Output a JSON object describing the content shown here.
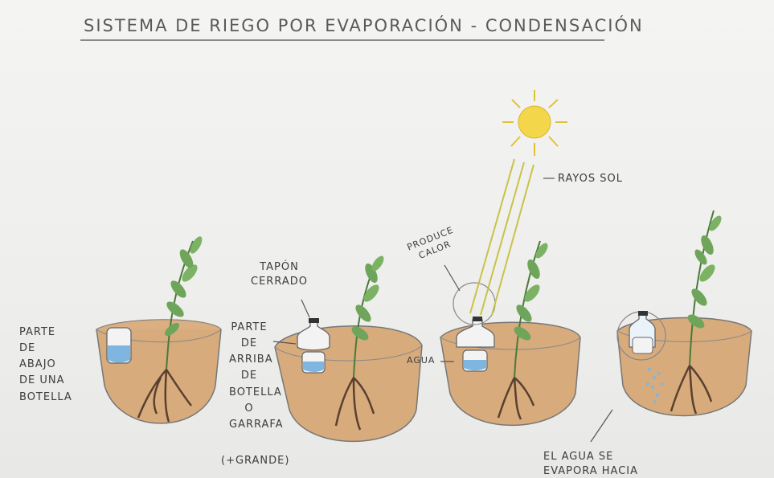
{
  "title": "SISTEMA DE RIEGO POR EVAPORACIÓN - CONDENSACIÓN",
  "labels": {
    "parte_abajo": [
      "PARTE",
      "DE",
      "ABAJO",
      "DE UNA",
      "BOTELLA"
    ],
    "tapon": [
      "TAPÓN",
      "CERRADO"
    ],
    "parte_arriba": [
      "PARTE",
      "DE",
      "ARRIBA",
      "DE",
      "BOTELLA",
      "O",
      "GARRAFA",
      "(+GRANDE)"
    ],
    "rayos": "RAYOS SOL",
    "produce": [
      "PRODUCE",
      "CALOR"
    ],
    "agua": "AGUA",
    "el_agua": [
      "EL AGUA SE",
      "EVAPORA HACIA"
    ]
  },
  "colors": {
    "soil": "#d4a676",
    "leaf": "#6ea55a",
    "water": "#7fb6e0",
    "sun": "#f3d64a",
    "rays": "#c9c24a",
    "roots": "#5a4030"
  }
}
